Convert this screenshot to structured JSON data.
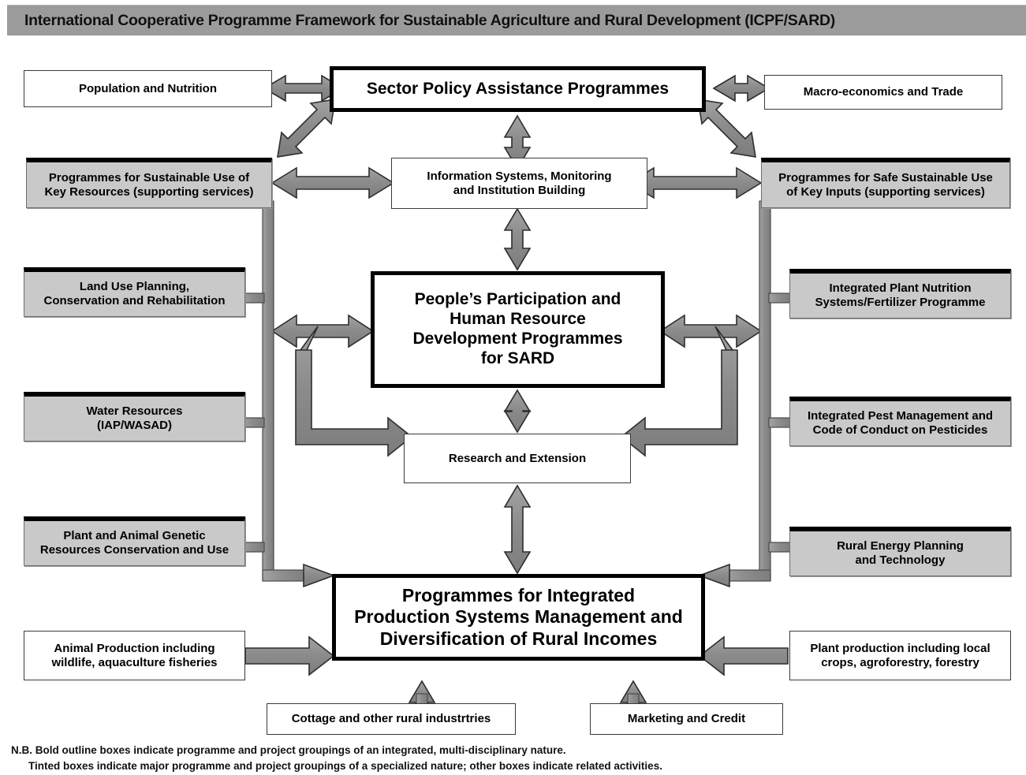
{
  "header": {
    "title": "International Cooperative Programme Framework for Sustainable Agriculture and Rural Development (ICPF/SARD)",
    "bar_color": "#9b9b9b"
  },
  "palette": {
    "tint_fill": "#c9c9c9",
    "arrow_fill": "#8c8c8c",
    "arrow_stroke": "#2b2b2b",
    "bold_outline": "#000000",
    "plain_outline": "#3a3a3a",
    "page_background": "#ffffff"
  },
  "diagram": {
    "type": "flow-framework",
    "core_boxes": [
      {
        "id": "sector-policy",
        "label": "Sector Policy Assistance Programmes",
        "style": "bold-outline",
        "column": "center",
        "row": 1
      },
      {
        "id": "information-systems",
        "label": "Information Systems, Monitoring and Institution Building",
        "style": "plain",
        "column": "center",
        "row": 2
      },
      {
        "id": "peoples-participation",
        "label": "People’s Participation and Human Resource Development Programmes for SARD",
        "style": "bold-outline",
        "column": "center",
        "row": 3
      },
      {
        "id": "research-extension",
        "label": "Research and Extension",
        "style": "plain",
        "column": "center",
        "row": 4
      },
      {
        "id": "integrated-production",
        "label": "Programmes for Integrated Production Systems Management and Diversification of Rural Incomes",
        "style": "bold-outline",
        "column": "center",
        "row": 5
      }
    ],
    "left_boxes": [
      {
        "id": "population-nutrition",
        "label": "Population and Nutrition",
        "style": "plain"
      },
      {
        "id": "sustainable-key-resources",
        "label": "Programmes for Sustainable Use of Key Resources (supporting services)",
        "style": "tint"
      },
      {
        "id": "land-use-planning",
        "label": "Land Use Planning, Conservation and Rehabilitation",
        "style": "tint"
      },
      {
        "id": "water-resources",
        "label": "Water Resources (IAP/WASAD)",
        "style": "tint"
      },
      {
        "id": "genetic-resources",
        "label": "Plant and Animal Genetic Resources Conservation and Use",
        "style": "tint"
      },
      {
        "id": "animal-production",
        "label": "Animal Production including wildlife, aquaculture fisheries",
        "style": "plain"
      }
    ],
    "right_boxes": [
      {
        "id": "macro-economics",
        "label": "Macro-economics and Trade",
        "style": "plain"
      },
      {
        "id": "safe-key-inputs",
        "label": "Programmes for Safe Sustainable Use of Key Inputs (supporting services)",
        "style": "tint"
      },
      {
        "id": "plant-nutrition",
        "label": "Integrated Plant Nutrition Systems/Fertilizer Programme",
        "style": "tint"
      },
      {
        "id": "pest-management",
        "label": "Integrated Pest Management and Code of Conduct on Pesticides",
        "style": "tint"
      },
      {
        "id": "rural-energy",
        "label": "Rural Energy Planning and Technology",
        "style": "tint"
      },
      {
        "id": "plant-production",
        "label": "Plant production including local crops, agroforestry, forestry",
        "style": "plain"
      }
    ],
    "bottom_boxes": [
      {
        "id": "cottage-industries",
        "label": "Cottage and other rural industrtries",
        "style": "plain"
      },
      {
        "id": "marketing-credit",
        "label": "Marketing and Credit",
        "style": "plain"
      }
    ]
  },
  "boxes": {
    "population_nutrition": "Population and Nutrition",
    "macro_economics": "Macro-economics and Trade",
    "sector_policy": "Sector Policy Assistance Programmes",
    "sustainable_key_resources_l1": "Programmes for Sustainable Use of",
    "sustainable_key_resources_l2": "Key Resources (supporting services)",
    "information_systems_l1": "Information Systems, Monitoring",
    "information_systems_l2": "and Institution Building",
    "safe_key_inputs_l1": "Programmes for Safe Sustainable Use",
    "safe_key_inputs_l2": "of Key Inputs (supporting services)",
    "land_use_l1": "Land Use Planning,",
    "land_use_l2": "Conservation and Rehabilitation",
    "peoples_l1": "People’s Participation and",
    "peoples_l2": "Human Resource",
    "peoples_l3": "Development Programmes",
    "peoples_l4": "for SARD",
    "plant_nutrition_l1": "Integrated Plant Nutrition",
    "plant_nutrition_l2": "Systems/Fertilizer Programme",
    "water_resources_l1": "Water Resources",
    "water_resources_l2": "(IAP/WASAD)",
    "research_extension": "Research and Extension",
    "pest_management_l1": "Integrated Pest Management and",
    "pest_management_l2": "Code of Conduct on Pesticides",
    "genetic_resources_l1": "Plant and Animal Genetic",
    "genetic_resources_l2": "Resources Conservation and Use",
    "rural_energy_l1": "Rural Energy Planning",
    "rural_energy_l2": "and Technology",
    "integrated_production_l1": "Programmes for Integrated",
    "integrated_production_l2": "Production Systems Management and",
    "integrated_production_l3": "Diversification of Rural Incomes",
    "animal_production_l1": "Animal Production including",
    "animal_production_l2": "wildlife, aquaculture fisheries",
    "plant_production_l1": "Plant production including local",
    "plant_production_l2": "crops, agroforestry, forestry",
    "cottage_industries": "Cottage and other rural industrtries",
    "marketing_credit": "Marketing and Credit"
  },
  "legend": {
    "line1": "N.B. Bold outline boxes indicate programme and project groupings of an integrated, multi-disciplinary nature.",
    "line2": "Tinted boxes indicate major programme and project groupings of a specialized nature; other boxes indicate related activities."
  }
}
